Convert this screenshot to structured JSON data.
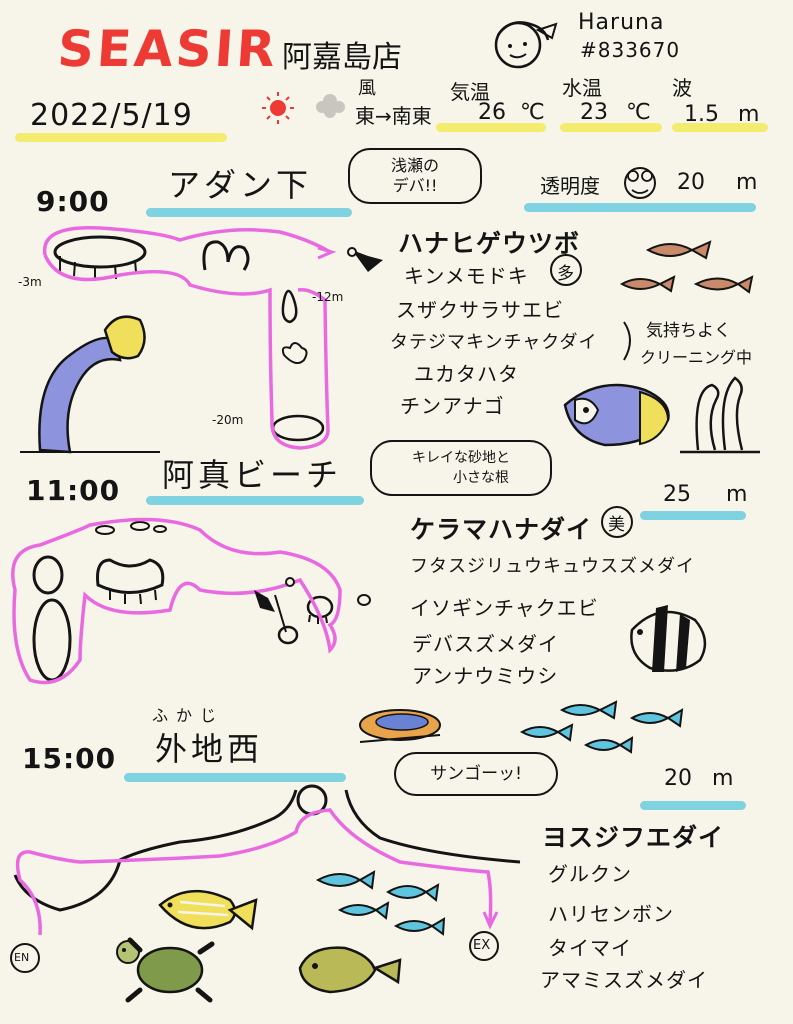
{
  "header": {
    "logo": "SEASIR",
    "shop": "阿嘉島店",
    "staff_name": "Haruna",
    "staff_id": "#833670",
    "date": "2022/5/19"
  },
  "conditions": {
    "wind_label": "風",
    "wind_value": "東→南東",
    "air_temp_label": "気温",
    "air_temp_value": "26",
    "air_temp_unit": "℃",
    "water_temp_label": "水温",
    "water_temp_value": "23",
    "water_temp_unit": "℃",
    "wave_label": "波",
    "wave_value": "1.5",
    "wave_unit": "m"
  },
  "dives": [
    {
      "time": "9:00",
      "site": "アダン下",
      "bubble": [
        "浅瀬の",
        "デバ!!"
      ],
      "visibility_label": "透明度",
      "visibility_value": "20",
      "visibility_unit": "m",
      "depths": [
        "-3m",
        "-12m",
        "-20m"
      ],
      "highlight": "ハナヒゲウツボ",
      "species": [
        "キンメモドキ",
        "スザクサラサエビ",
        "タテジマキンチャクダイ",
        "ユカタハタ",
        "チンアナゴ"
      ],
      "badge": "多",
      "note": [
        "気持ちよく",
        "クリーニング中"
      ]
    },
    {
      "time": "11:00",
      "site": "阿真ビーチ",
      "bubble": [
        "キレイな砂地と",
        "小さな根"
      ],
      "visibility_value": "25",
      "visibility_unit": "m",
      "highlight": "ケラマハナダイ",
      "badge": "美",
      "species": [
        "フタスジリュウキュウスズメダイ",
        "イソギンチャクエビ",
        "デバスズメダイ",
        "アンナウミウシ"
      ]
    },
    {
      "time": "15:00",
      "site_ruby": "ふかじ",
      "site": "外地西",
      "bubble": [
        "サンゴーッ!"
      ],
      "visibility_value": "20",
      "visibility_unit": "m",
      "highlight": "ヨスジフエダイ",
      "species": [
        "グルクン",
        "ハリセンボン",
        "タイマイ",
        "アマミスズメダイ"
      ],
      "entry": "EN",
      "exit": "EX"
    }
  ],
  "colors": {
    "logo": "#ee3a35",
    "route": "#e96ae0",
    "highlight_yellow": "#f4ec6e",
    "highlight_blue": "#7fd3e1",
    "fish_blue": "#5fc4de",
    "eel_purple": "#8d93dd",
    "fish_orange": "#c88a6a"
  },
  "icons": [
    "sun-icon",
    "cloud-icon",
    "staff-face-icon",
    "goggle-face-icon"
  ]
}
